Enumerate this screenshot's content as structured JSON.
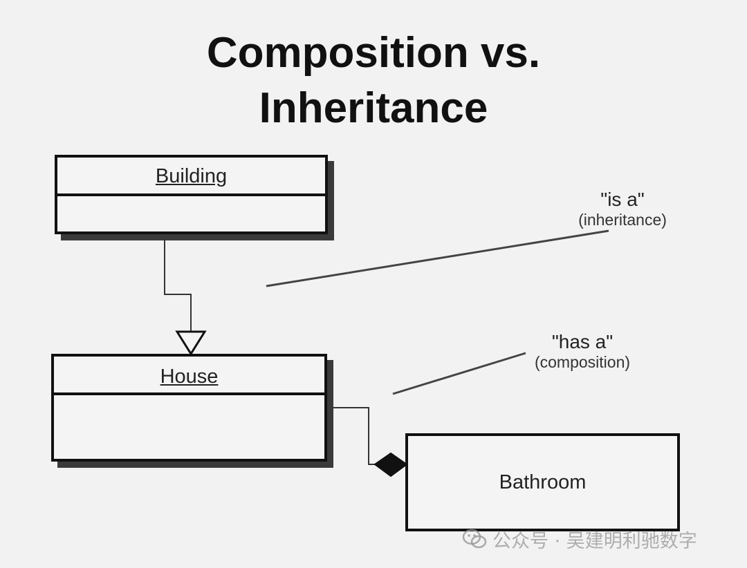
{
  "title": {
    "line1": "Composition vs.",
    "line2": "Inheritance"
  },
  "classes": {
    "building": "Building",
    "house": "House",
    "bathroom": "Bathroom"
  },
  "annotations": {
    "is_a": {
      "quote": "\"is a\"",
      "paren": "(inheritance)"
    },
    "has_a": {
      "quote": "\"has a\"",
      "paren": "(composition)"
    }
  },
  "watermark": {
    "text": "公众号 · 吴建明利驰数字",
    "icon": "wechat-icon"
  },
  "colors": {
    "background": "#f2f2f2",
    "line": "#111111",
    "shadow": "#3a3a3a"
  }
}
